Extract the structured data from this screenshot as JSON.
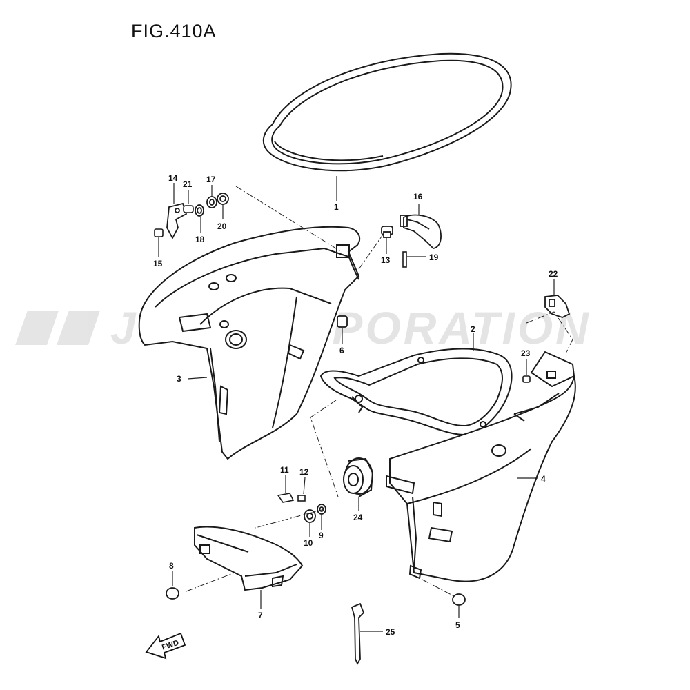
{
  "figure": {
    "title": "FIG.410A",
    "watermark": "JSC CORPORATION",
    "fwd_label": "FWD"
  },
  "callouts": [
    {
      "id": "c1",
      "label": "1"
    },
    {
      "id": "c2",
      "label": "2"
    },
    {
      "id": "c3",
      "label": "3"
    },
    {
      "id": "c4",
      "label": "4"
    },
    {
      "id": "c5",
      "label": "5"
    },
    {
      "id": "c6",
      "label": "6"
    },
    {
      "id": "c7",
      "label": "7"
    },
    {
      "id": "c8",
      "label": "8"
    },
    {
      "id": "c9",
      "label": "9"
    },
    {
      "id": "c10",
      "label": "10"
    },
    {
      "id": "c11",
      "label": "11"
    },
    {
      "id": "c12",
      "label": "12"
    },
    {
      "id": "c13",
      "label": "13"
    },
    {
      "id": "c14",
      "label": "14"
    },
    {
      "id": "c15",
      "label": "15"
    },
    {
      "id": "c16",
      "label": "16"
    },
    {
      "id": "c17",
      "label": "17"
    },
    {
      "id": "c18",
      "label": "18"
    },
    {
      "id": "c19",
      "label": "19"
    },
    {
      "id": "c20",
      "label": "20"
    },
    {
      "id": "c21",
      "label": "21"
    },
    {
      "id": "c22",
      "label": "22"
    },
    {
      "id": "c23",
      "label": "23"
    },
    {
      "id": "c24",
      "label": "24"
    },
    {
      "id": "c25",
      "label": "25"
    }
  ]
}
